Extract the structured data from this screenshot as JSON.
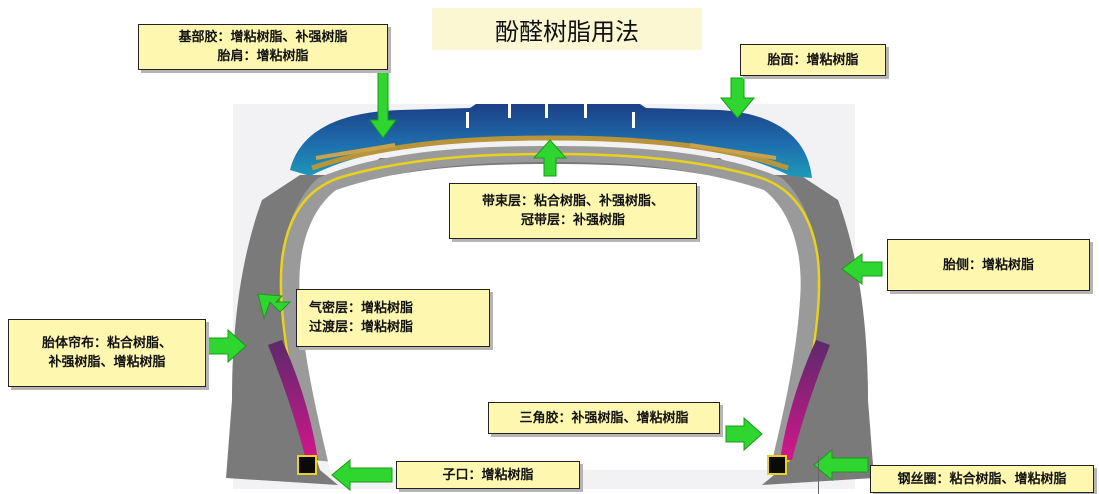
{
  "title": "酚醛树脂用法",
  "labels": {
    "base_rubber": {
      "line1": "基部胶：增粘树脂、补强树脂",
      "line2": "胎肩：增粘树脂"
    },
    "tread": {
      "line1": "胎面：增粘树脂"
    },
    "belt": {
      "line1": "带束层：粘合树脂、补强树脂、",
      "line2": "冠带层：补强树脂"
    },
    "sidewall": {
      "line1": "胎侧：增粘树脂"
    },
    "innerliner": {
      "line1": "气密层：增粘树脂",
      "line2": "过渡层：增粘树脂"
    },
    "carcass": {
      "line1": "胎体帘布：粘合树脂、",
      "line2": "补强树脂、增粘树脂"
    },
    "apex": {
      "line1": "三角胶：补强树脂、增粘树脂"
    },
    "chafer": {
      "line1": "子口：增粘树脂"
    },
    "bead_wire": {
      "line1": "钢丝圈：粘合树脂、增粘树脂"
    }
  },
  "colors": {
    "arrow": "#2fd62f",
    "label_bg": "#fdf7b0",
    "title_bg": "#fbf7d2",
    "tread_blue": "#1c3f86",
    "tread_teal": "#1e9ab8",
    "sidewall_gray": "#7a7a7a",
    "ply_yellow": "#e8d21c",
    "apex_magenta": "#c0148a",
    "bead_black": "#0a0a0a"
  }
}
